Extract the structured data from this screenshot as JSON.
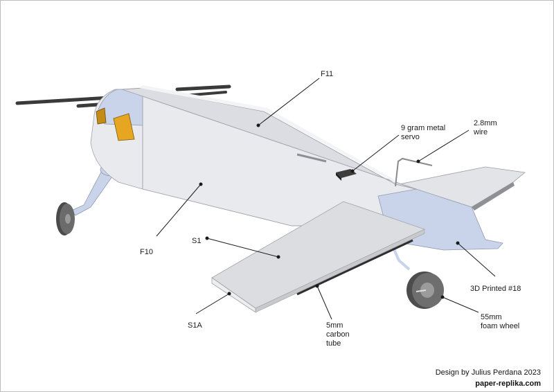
{
  "labels": {
    "f11": "F11",
    "f10": "F10",
    "servo": "9 gram metal\nservo",
    "wire": "2.8mm\nwire",
    "s1": "S1",
    "s1a": "S1A",
    "carbon_tube": "5mm\ncarbon\ntube",
    "printed": "3D Printed #18",
    "wheel": "55mm\nfoam wheel"
  },
  "credit": {
    "designer": "Design by Julius Perdana 2023",
    "site": "paper-replika.com"
  },
  "colors": {
    "fuselage_side": "#e9eaee",
    "fuselage_top": "#dcdde2",
    "printed_parts": "#c9d4ea",
    "tire": "#5a5a5a",
    "rods": "#3a3a3a",
    "window": "#e6a621"
  }
}
